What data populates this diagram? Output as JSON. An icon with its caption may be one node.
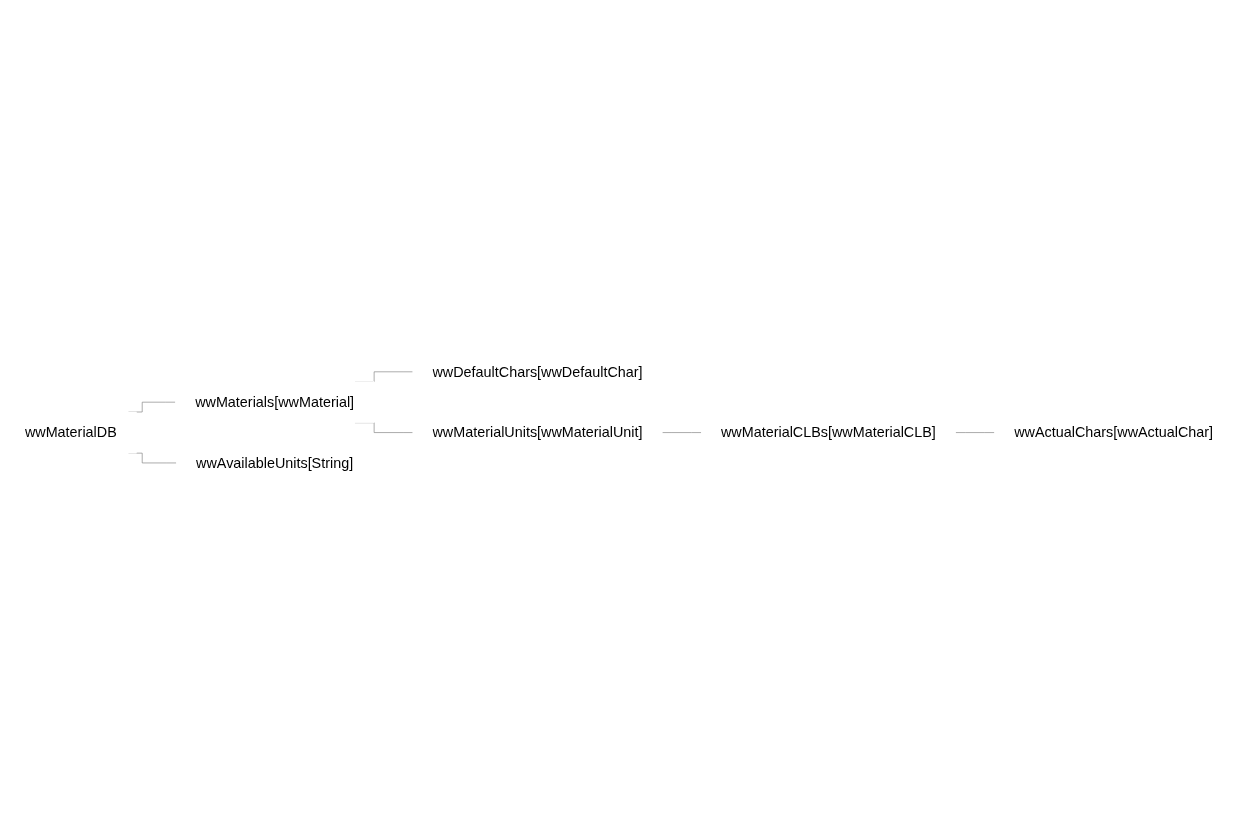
{
  "diagram": {
    "nodes": [
      {
        "text": [
          "wwMaterialDB"
        ]
      },
      {
        "text": [
          "wwMaterials[wwMaterial]"
        ]
      },
      {
        "text": [
          "wwDefaultChars[wwDefaultChar]"
        ]
      },
      {
        "text": [
          "wwMaterialUnits[wwMaterialUnit]"
        ]
      },
      {
        "text": [
          "wwMaterialCLBs[wwMaterialCLB]"
        ]
      },
      {
        "text": [
          "wwActualChars[wwActualChar]"
        ]
      },
      {
        "text": [
          "wwAvailableUnits[String]"
        ]
      }
    ],
    "edges": [
      {
        "from": 0,
        "to": 1,
        "arrow": "none"
      },
      {
        "from": 1,
        "to": 2,
        "arrow": "none"
      },
      {
        "from": 1,
        "to": 3,
        "arrow": "none"
      },
      {
        "from": 3,
        "to": 4,
        "arrow": "none"
      },
      {
        "from": 4,
        "to": 5,
        "arrow": "none"
      },
      {
        "from": 0,
        "to": 6,
        "arrow": "none"
      }
    ]
  }
}
